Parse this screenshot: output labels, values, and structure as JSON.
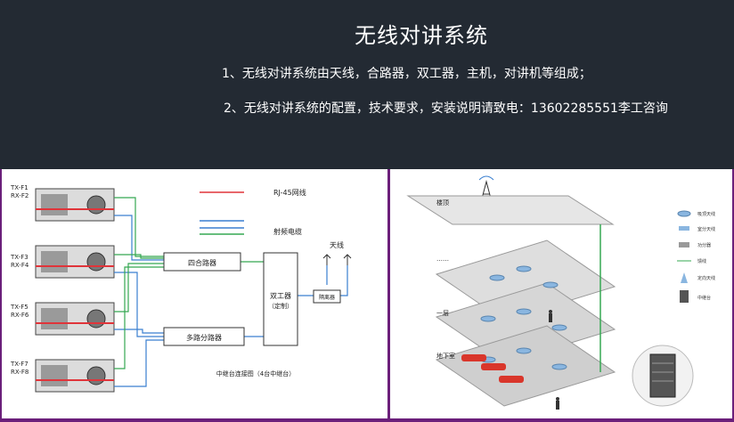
{
  "header": {
    "title": "无线对讲系统",
    "line1": "1、无线对讲系统由天线，合路器，双工器，主机，对讲机等组成；",
    "line2": "2、无线对讲系统的配置，技术要求，安装说明请致电：13602285551李工咨询"
  },
  "left_diagram": {
    "radios": [
      {
        "l1": "TX-F1",
        "l2": "RX-F2"
      },
      {
        "l1": "TX-F3",
        "l2": "RX-F4"
      },
      {
        "l1": "TX-F5",
        "l2": "RX-F6"
      },
      {
        "l1": "TX-F7",
        "l2": "RX-F8"
      }
    ],
    "legend_rj45": "RJ-45网线",
    "legend_rf": "射频电缆",
    "antenna": "天线",
    "combiner": "四合路器",
    "divider": "多路分路器",
    "duplexer_l1": "双工器",
    "duplexer_l2": "（定制）",
    "isolator": "隔离器",
    "caption": "中继台连接图（4台中继台）",
    "colors": {
      "rj45": "#e0343a",
      "rf_blue": "#3a7fd0",
      "rf_green": "#35a852"
    }
  },
  "right_diagram": {
    "floor_top": "楼顶",
    "dots": "……",
    "floor_one": "一层",
    "basement": "地下室",
    "legend": [
      "吸顶天线",
      "室分天线",
      "功分器",
      "馈线",
      "定向天线",
      "中继台"
    ]
  }
}
